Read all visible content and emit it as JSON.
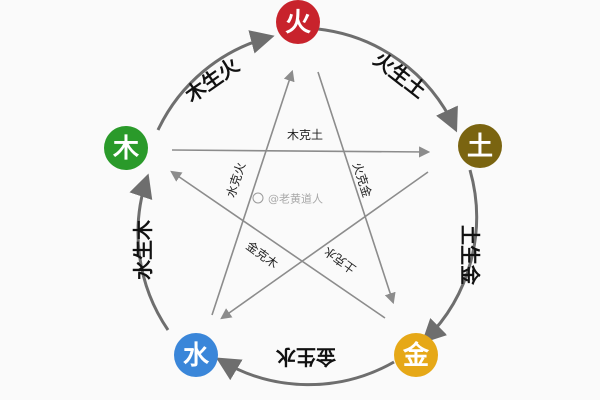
{
  "diagram": {
    "elements": [
      {
        "id": "fire",
        "char": "火",
        "color": "#c8232c"
      },
      {
        "id": "earth",
        "char": "土",
        "color": "#7a6410"
      },
      {
        "id": "metal",
        "char": "金",
        "color": "#e6a817"
      },
      {
        "id": "water",
        "char": "水",
        "color": "#3a86d9"
      },
      {
        "id": "wood",
        "char": "木",
        "color": "#2a9a2a"
      }
    ],
    "generating": [
      {
        "label": "火生土"
      },
      {
        "label": "土生金"
      },
      {
        "label": "金生水"
      },
      {
        "label": "水生木"
      },
      {
        "label": "木生火"
      }
    ],
    "controlling": [
      {
        "label": "木克土"
      },
      {
        "label": "火克金"
      },
      {
        "label": "土克水"
      },
      {
        "label": "金克木"
      },
      {
        "label": "水克火"
      }
    ],
    "watermark": "@老黄道人",
    "colors": {
      "cycle_line": "#6e6e6e",
      "star_line": "#8c8c8c",
      "background": "#fafafa"
    }
  }
}
